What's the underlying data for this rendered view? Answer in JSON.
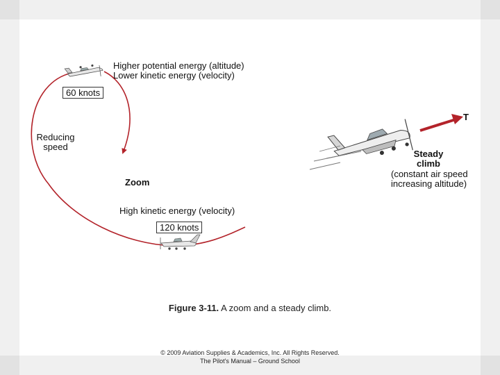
{
  "labels": {
    "top_line1": "Higher potential energy (altitude)",
    "top_line2": "Lower kinetic energy (velocity)",
    "top_speed": "60 knots",
    "reducing_line1": "Reducing",
    "reducing_line2": "speed",
    "zoom": "Zoom",
    "bottom_energy": "High kinetic energy (velocity)",
    "bottom_speed": "120 knots",
    "thrust": "T",
    "steady_line1": "Steady",
    "steady_line2": "climb",
    "constant_line1": "(constant air speed",
    "constant_line2": "increasing altitude)"
  },
  "caption": {
    "figure_number": "Figure 3-11.",
    "text": "A zoom and a steady climb."
  },
  "footer": {
    "copyright": "© 2009 Aviation Supplies & Academics, Inc. All Rights Reserved.",
    "book": "The Pilot's Manual – Ground School"
  },
  "colors": {
    "path": "#b3232a",
    "aircraft": "#6f7174"
  }
}
